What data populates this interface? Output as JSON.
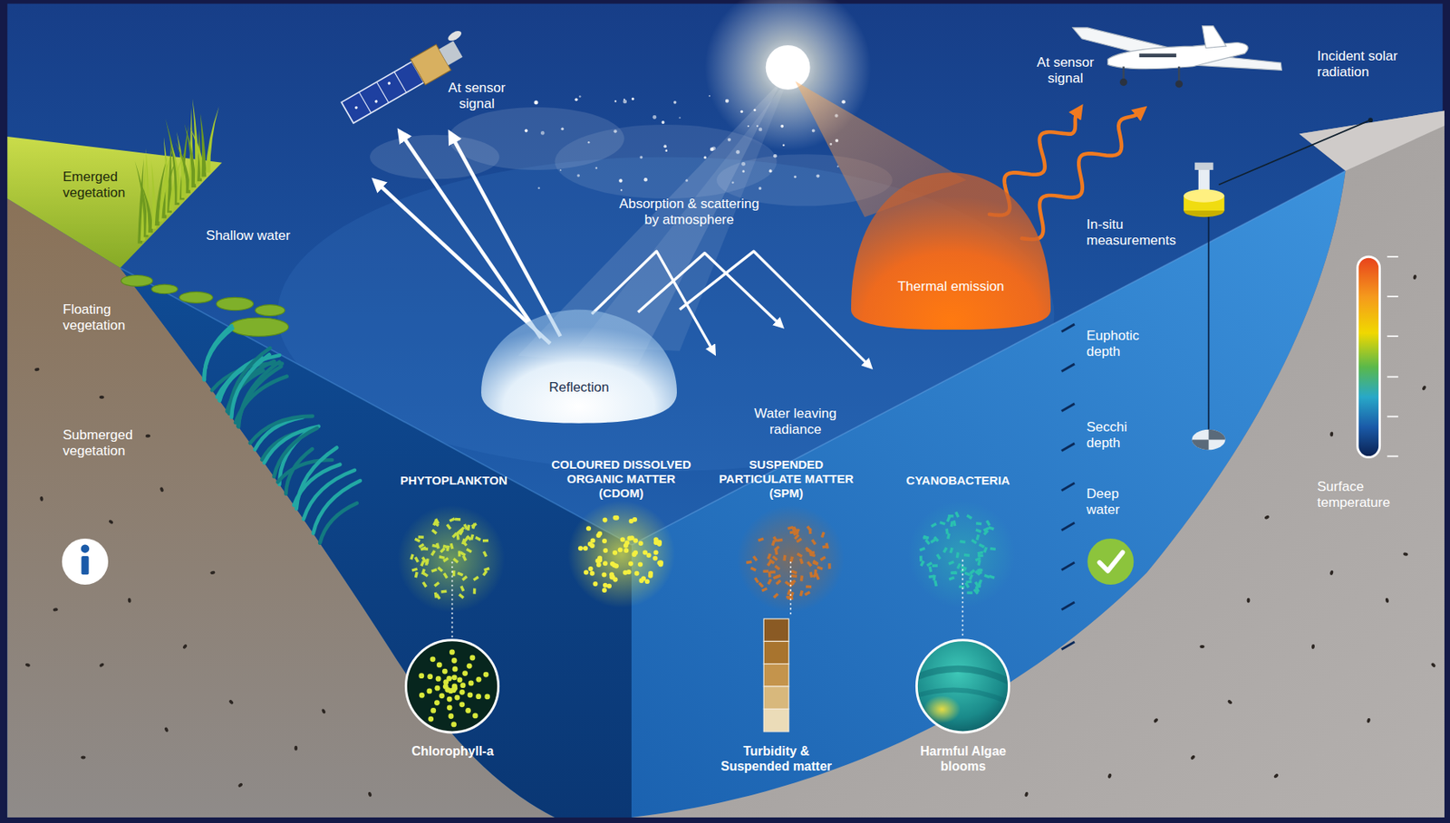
{
  "diagram": {
    "nodes": [
      {
        "text": [
          "Thermal emission"
        ]
      },
      {
        "text": [
          "Reflection"
        ]
      },
      {
        "text": [
          "Chlorophyll-a"
        ]
      },
      {
        "text": [
          "Turbidity & Suspended matter"
        ]
      },
      {
        "text": [
          "Harmful Algae blooms"
        ]
      }
    ],
    "labels": [
      "At sensor signal",
      "At sensor signal",
      "Incident solar radiation",
      "Emerged vegetation",
      "Absorption & scattering by atmosphere",
      "In-situ measurements",
      "Shallow water",
      "Floating vegetation",
      "Euphotic depth",
      "Water leaving radiance",
      "Secchi depth",
      "Submerged vegetation",
      "PHYTOPLANKTON",
      "COLOURED DISSOLVED ORGANIC MATTER (CDOM)",
      "SUSPENDED PARTICULATE MATTER (SPM)",
      "CYANOBACTERIA",
      "Deep water",
      "Surface temperature"
    ]
  }
}
